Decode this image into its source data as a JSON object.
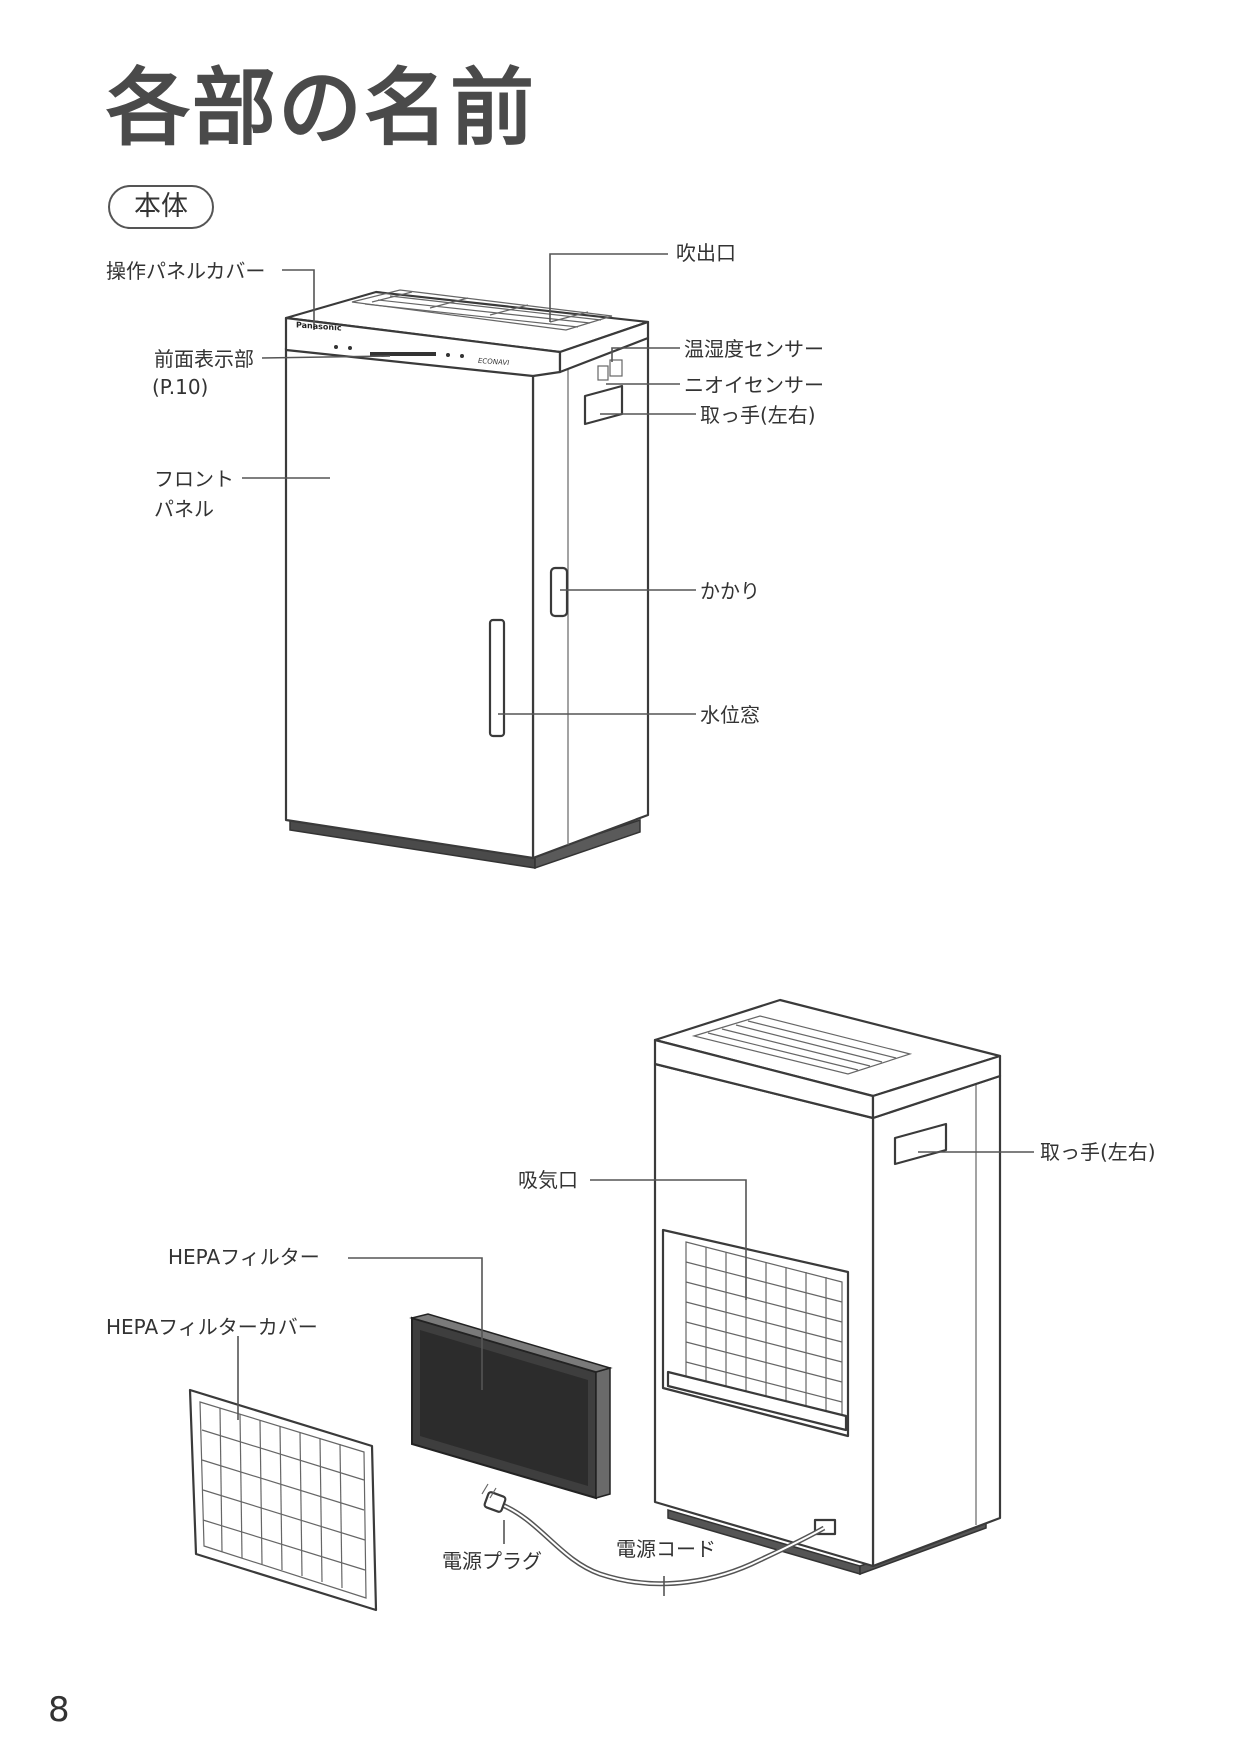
{
  "page": {
    "title": "各部の名前",
    "section": "本体",
    "page_number": "8"
  },
  "device": {
    "brand": "Panasonic",
    "model_mark": "ECONAVI"
  },
  "front_labels": {
    "panel_cover": "操作パネルカバー",
    "outlet": "吹出口",
    "front_display": "前面表示部",
    "front_display_ref": "(P.10)",
    "temp_humidity_sensor": "温湿度センサー",
    "odor_sensor": "ニオイセンサー",
    "handle": "取っ手(左右)",
    "front_panel_line1": "フロント",
    "front_panel_line2": "パネル",
    "hook": "かかり",
    "water_window": "水位窓"
  },
  "back_labels": {
    "handle": "取っ手(左右)",
    "intake": "吸気口",
    "hepa_filter": "HEPAフィルター",
    "hepa_filter_cover": "HEPAフィルターカバー",
    "power_plug": "電源プラグ",
    "power_cord": "電源コード"
  }
}
